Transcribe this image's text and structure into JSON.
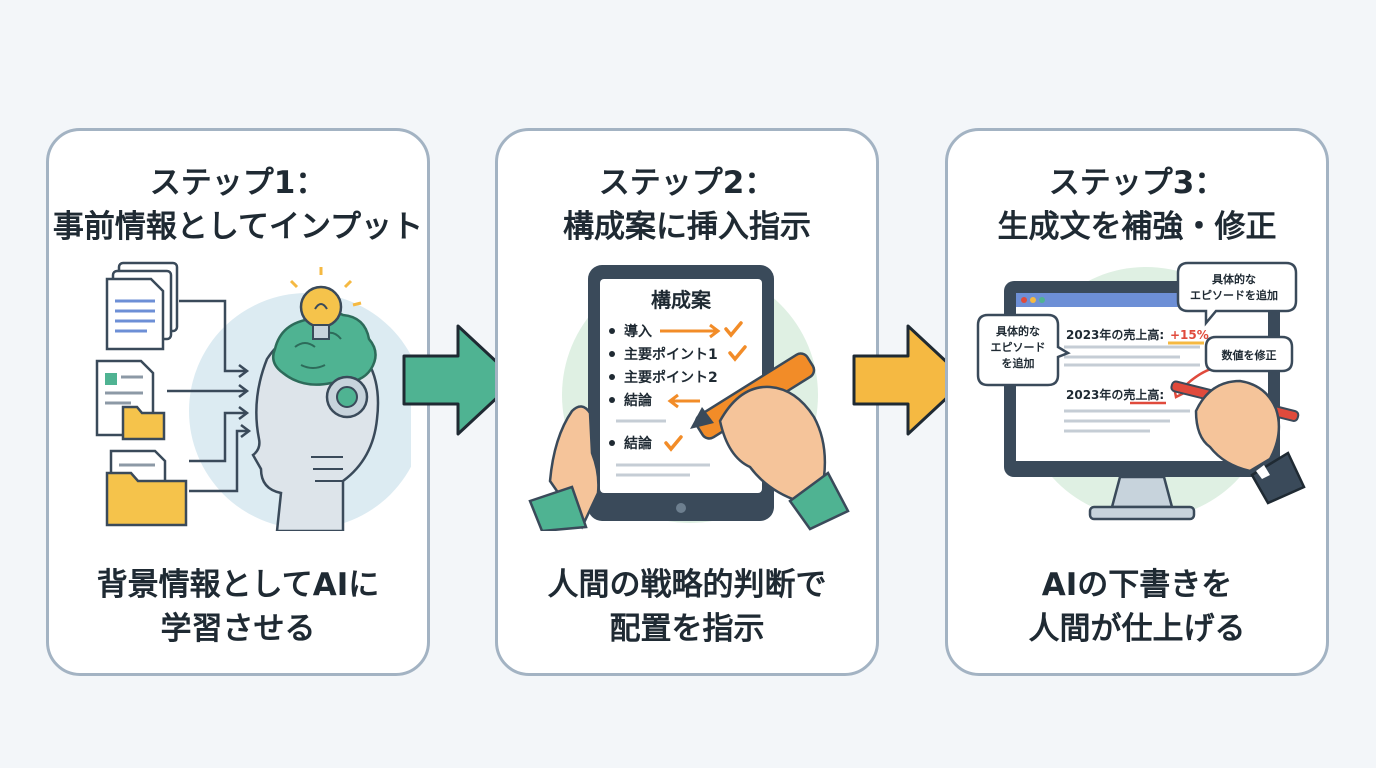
{
  "steps": [
    {
      "title_line1": "ステップ1：",
      "title_line2": "事前情報としてインプット",
      "caption_line1": "背景情報としてAIに",
      "caption_line2": "学習させる"
    },
    {
      "title_line1": "ステップ2：",
      "title_line2": "構成案に挿入指示",
      "caption_line1": "人間の戦略的判断で",
      "caption_line2": "配置を指示",
      "tablet": {
        "heading": "構成案",
        "items": [
          "導入",
          "主要ポイント1",
          "主要ポイント2",
          "結論",
          "結論"
        ]
      }
    },
    {
      "title_line1": "ステップ3：",
      "title_line2": "生成文を補強・修正",
      "caption_line1": "AIの下書きを",
      "caption_line2": "人間が仕上げる",
      "monitor": {
        "line1_text": "2023年の売上高:",
        "line1_value": "+15%",
        "line2_text": "2023年の売上高:",
        "bubble_right_line1": "具体的な",
        "bubble_right_line2": "エピソードを追加",
        "bubble_left_line1": "具体的な",
        "bubble_left_line2": "エピソード",
        "bubble_left_line3": "を追加",
        "bubble_fix": "数値を修正"
      }
    }
  ],
  "colors": {
    "arrow_green": "#4fb392",
    "arrow_yellow": "#f5b942",
    "card_border": "#a3b3c3",
    "accent_orange": "#f28c28",
    "accent_red": "#e04a3c"
  }
}
